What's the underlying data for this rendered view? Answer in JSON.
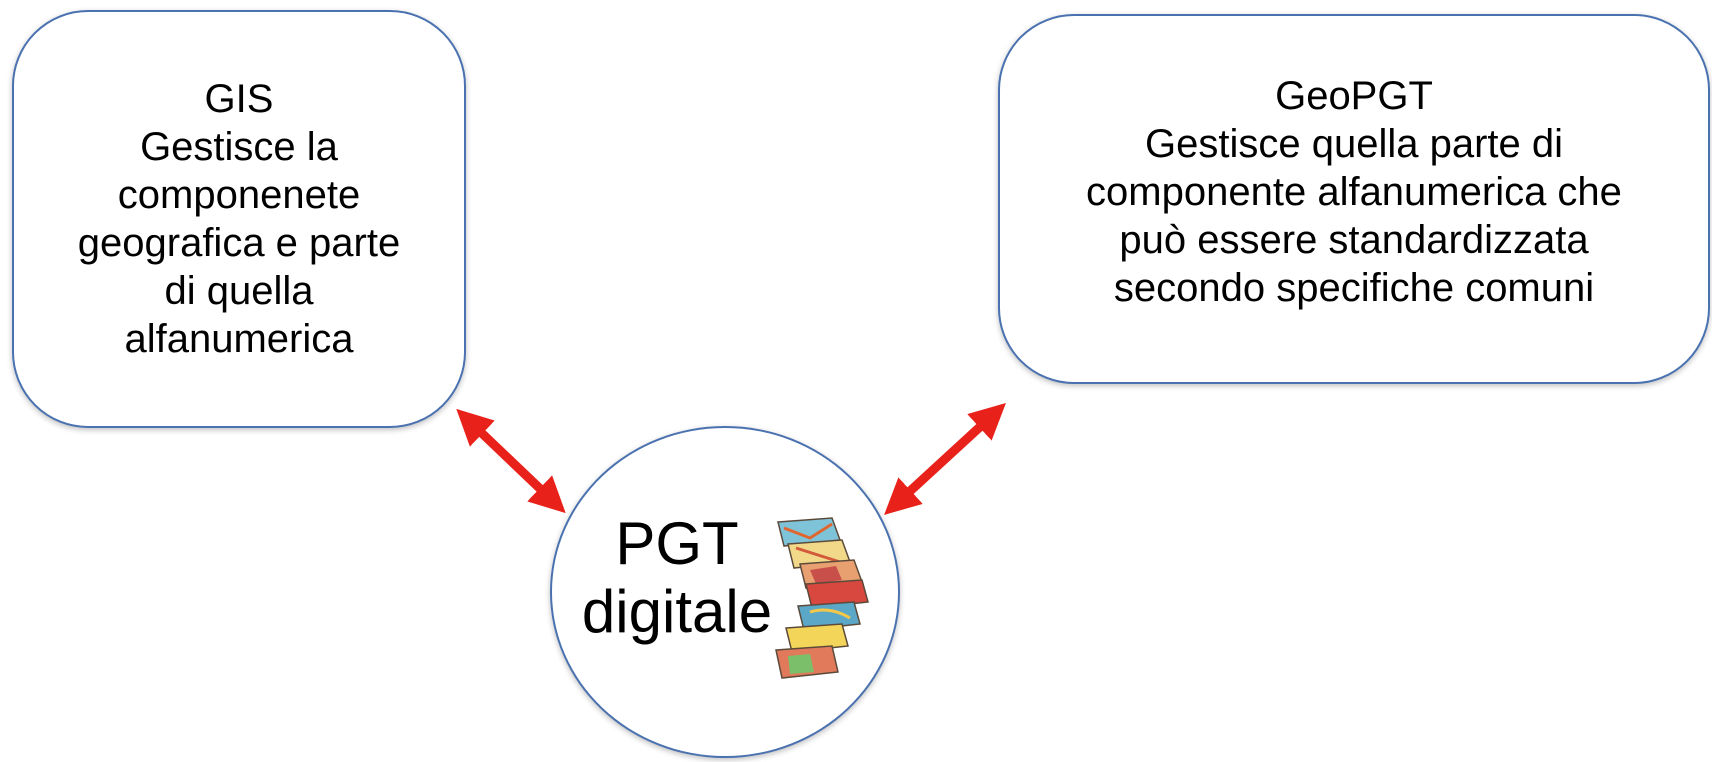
{
  "diagram": {
    "left_box": {
      "lines": [
        "GIS",
        "Gestisce la",
        "componenete",
        "geografica e parte",
        "di quella",
        "alfanumerica"
      ]
    },
    "right_box": {
      "lines": [
        "GeoPGT",
        "Gestisce quella parte di",
        "componente alfanumerica che",
        "può essere standardizzata",
        "secondo specifiche comuni"
      ]
    },
    "center": {
      "lines": [
        "PGT",
        "digitale"
      ],
      "icon": "map-layers-icon"
    },
    "arrow_color": "#e8221b",
    "border_color": "#4a72b0"
  }
}
